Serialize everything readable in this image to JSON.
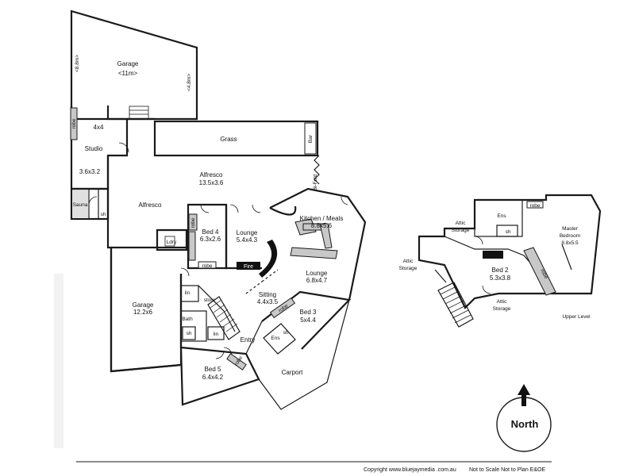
{
  "rooms": {
    "garage_top": "Garage",
    "garage_top_dim": "<11m>",
    "garage_side_left": "<8.8m>",
    "garage_side_right": "<4.8m>",
    "four_by_four": "4x4",
    "studio": "Studio",
    "studio_dim": "3.6x3.2",
    "robe_studio": "robe",
    "grass": "Grass",
    "bar": "Bar",
    "bifold": "Bi-Fold",
    "alfresco_top": "Alfresco",
    "alfresco_top_dim": "13.5x3.6",
    "alfresco_left": "Alfresco",
    "sauna": "Sauna",
    "sh_sauna": "sh",
    "ldry": "Ldry",
    "bed4": "Bed 4",
    "bed4_dim": "6.3x2.6",
    "robe_bed4_a": "robe",
    "robe_bed4_b": "robe",
    "lounge_small": "Lounge",
    "lounge_small_dim": "5.4x4.3",
    "fire": "Fire",
    "kitchen": "Kitchen / Meals",
    "kitchen_dim": "8.8x5.6",
    "lounge_big": "Lounge",
    "lounge_big_dim": "6.8x4.7",
    "sitting": "Sitting",
    "sitting_dim": "4.4x3.5",
    "garage_bottom": "Garage",
    "garage_bottom_dim": "12.2x6",
    "lin_top": "lin",
    "store": "store",
    "bath": "Bath",
    "sh_bath": "sh",
    "lin_bottom": "lin",
    "bed3": "Bed 3",
    "bed3_dim": "5x4.4",
    "robe_bed3": "robe",
    "ens_bed3": "Ens",
    "sh_bed3": "sh",
    "entry": "Entry",
    "bed5": "Bed 5",
    "bed5_dim": "6.4x4.2",
    "robe_bed5": "robe",
    "carport": "Carport"
  },
  "upper": {
    "attic_storage_left": [
      "Attic",
      "Storage"
    ],
    "attic_storage_top": [
      "Attic",
      "Storage"
    ],
    "attic_storage_bottom": [
      "Attic",
      "Storage"
    ],
    "ens": "Ens",
    "sh": "sh",
    "robe_top": "robe",
    "robe_diag": "robe",
    "master": [
      "Master",
      "Bedroom"
    ],
    "master_dim": "8.8x5.5",
    "bed2": "Bed 2",
    "bed2_dim": "5.3x3.8",
    "level_label": "Upper Level"
  },
  "compass": {
    "label": "North"
  },
  "footer": {
    "copyright": "Copyright www.bluejaymedia .com.au",
    "disclaimer": "Not to Scale Not to Plan E&OE"
  }
}
